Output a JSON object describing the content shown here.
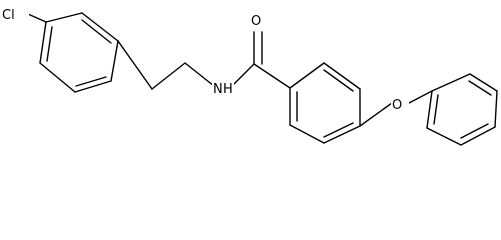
{
  "molecule": {
    "atoms": {
      "chlorine": "Cl",
      "nitrogen": "N",
      "hydrogen": "H",
      "carbonyl_oxygen": "O",
      "ether_oxygen": "O"
    }
  }
}
